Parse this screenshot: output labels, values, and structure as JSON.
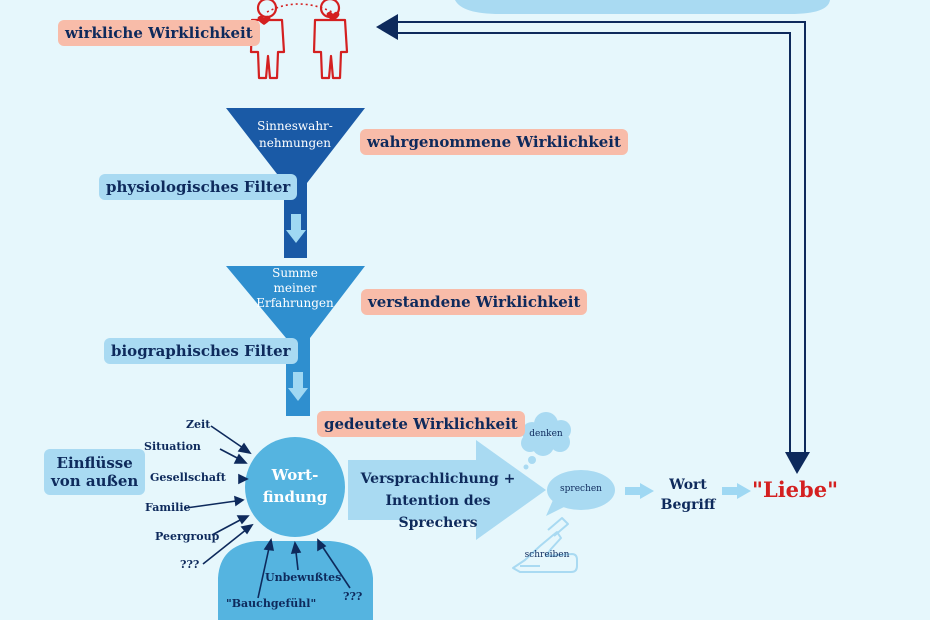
{
  "labels": {
    "real": "wirkliche Wirklichkeit",
    "perceived": "wahrgenommene Wirklichkeit",
    "physio": "physiologisches Filter",
    "understood": "verstandene Wirklichkeit",
    "bio": "biographisches Filter",
    "interpreted": "gedeutete Wirklichkeit",
    "influence_line1": "Einflüsse",
    "influence_line2": "von außen"
  },
  "funnels": {
    "top": [
      "Sinneswahr-",
      "nehmungen"
    ],
    "middle": [
      "Summe",
      "meiner",
      "Erfahrungen"
    ]
  },
  "influences": [
    "Zeit",
    "Situation",
    "Gesellschaft",
    "Familie",
    "Peergroup",
    "???"
  ],
  "inner": {
    "unconscious": "Unbewußtes",
    "gut": "\"Bauchgefühl\"",
    "unknown": "???"
  },
  "center": [
    "Wort-",
    "findung"
  ],
  "process": [
    "Versprachlichung +",
    "Intention des Sprechers"
  ],
  "modes": {
    "think": "denken",
    "speak": "sprechen",
    "write": "schreiben"
  },
  "word": [
    "Wort",
    "Begriff"
  ],
  "result": "\"Liebe\"",
  "colors": {
    "navy": "#0e2a5c",
    "funnel_dark": "#1a5aa6",
    "funnel_mid": "#2f8fcf",
    "person": "#55b4e0",
    "arrow_light": "#9fd8f3",
    "red": "#d42020"
  }
}
